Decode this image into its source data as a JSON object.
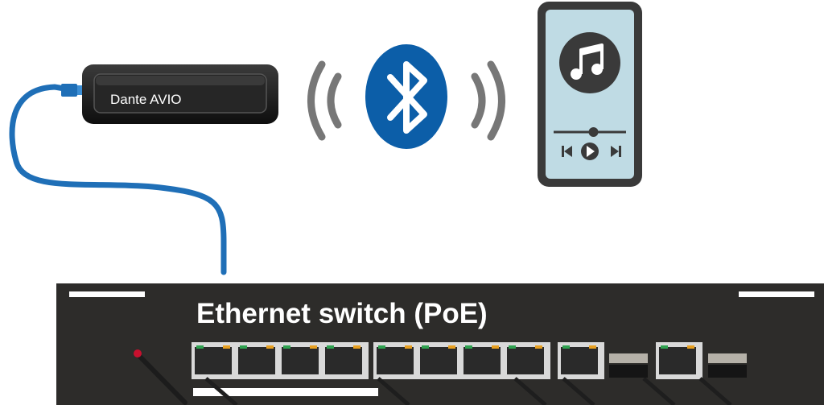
{
  "dongle": {
    "label": "Dante AVIO"
  },
  "switch": {
    "title": "Ethernet switch (PoE)",
    "port_groups": [
      4,
      4,
      1,
      1
    ],
    "sfp_count": 2
  },
  "wireless": {
    "protocol_icon": "bluetooth-icon"
  },
  "phone": {
    "app_icon": "music-note-icon",
    "playback_progress": 0.55,
    "controls": [
      "previous-icon",
      "play-icon",
      "next-icon"
    ]
  },
  "colors": {
    "cable": "#1f6fb7",
    "bluetooth": "#0c5ea8",
    "switch_body": "#2d2c2a",
    "phone_screen": "#bfdbe4",
    "port_led_green": "#2ea24f",
    "port_led_orange": "#e8a020",
    "power_led": "#c8102e"
  }
}
